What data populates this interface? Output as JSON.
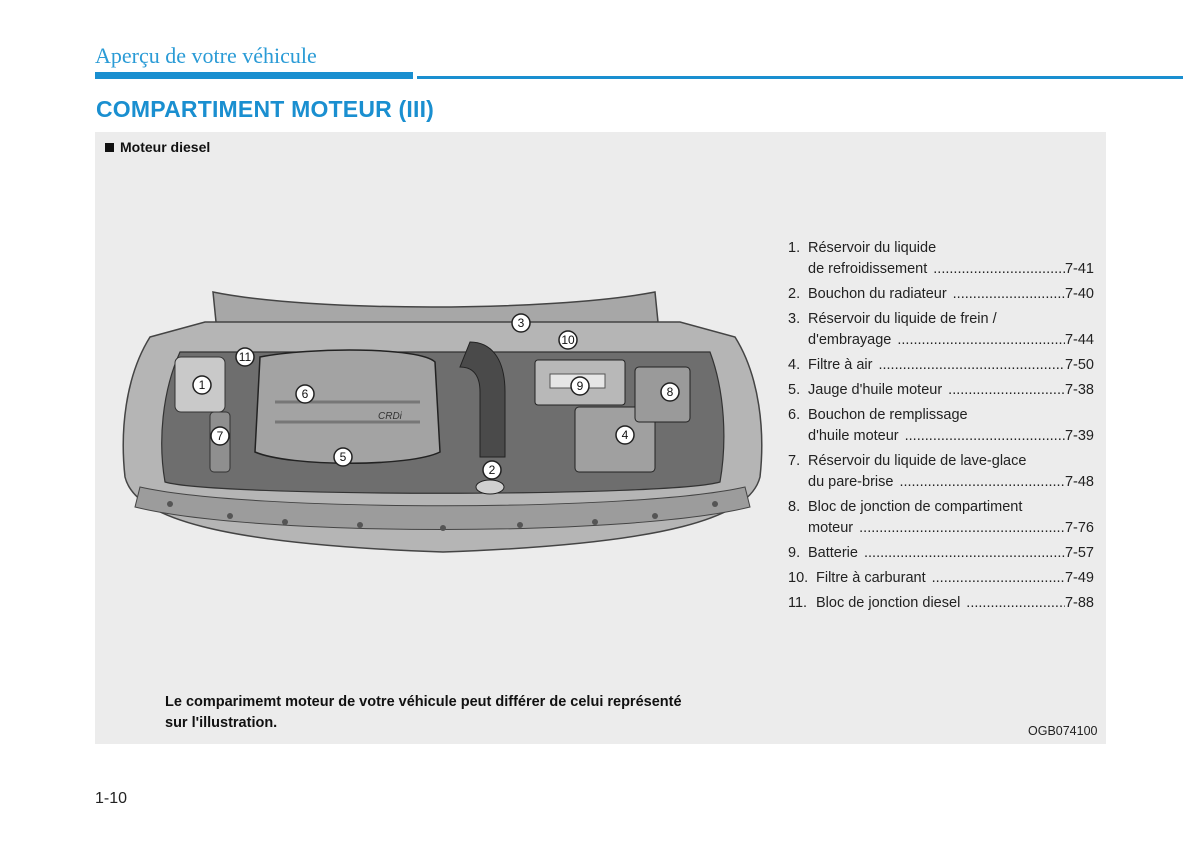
{
  "header": {
    "section_title": "Aperçu de votre véhicule"
  },
  "page_heading": "COMPARTIMENT MOTEUR (III)",
  "panel": {
    "sub_heading": "Moteur diesel",
    "figure_labels": {
      "engine_cover_text": "CRDi",
      "callouts": [
        "1",
        "2",
        "3",
        "4",
        "5",
        "6",
        "7",
        "8",
        "9",
        "10",
        "11"
      ]
    },
    "legend": [
      {
        "num": "1.",
        "lines": [
          "Réservoir du liquide",
          "de refroidissement"
        ],
        "page": "7-41"
      },
      {
        "num": "2.",
        "lines": [
          "Bouchon du radiateur"
        ],
        "page": "7-40"
      },
      {
        "num": "3.",
        "lines": [
          "Réservoir du liquide de frein /",
          "d'embrayage"
        ],
        "page": "7-44"
      },
      {
        "num": "4.",
        "lines": [
          "Filtre à air"
        ],
        "page": "7-50"
      },
      {
        "num": "5.",
        "lines": [
          "Jauge d'huile moteur"
        ],
        "page": "7-38"
      },
      {
        "num": "6.",
        "lines": [
          "Bouchon de remplissage",
          "d'huile moteur"
        ],
        "page": "7-39"
      },
      {
        "num": "7.",
        "lines": [
          "Réservoir du liquide de lave-glace",
          "du pare-brise"
        ],
        "page": "7-48"
      },
      {
        "num": "8.",
        "lines": [
          "Bloc de jonction de compartiment",
          "moteur"
        ],
        "page": "7-76"
      },
      {
        "num": "9.",
        "lines": [
          "Batterie"
        ],
        "page": "7-57"
      },
      {
        "num": "10.",
        "lines": [
          "Filtre à carburant"
        ],
        "page": "7-49"
      },
      {
        "num": "11.",
        "lines": [
          "Bloc de jonction diesel"
        ],
        "page": "7-88"
      }
    ],
    "note_line1": "Le comparimemt moteur de votre véhicule peut différer de celui représenté",
    "note_line2": "sur l'illustration.",
    "figure_code": "OGB074100"
  },
  "footer": {
    "page_number": "1-10"
  }
}
